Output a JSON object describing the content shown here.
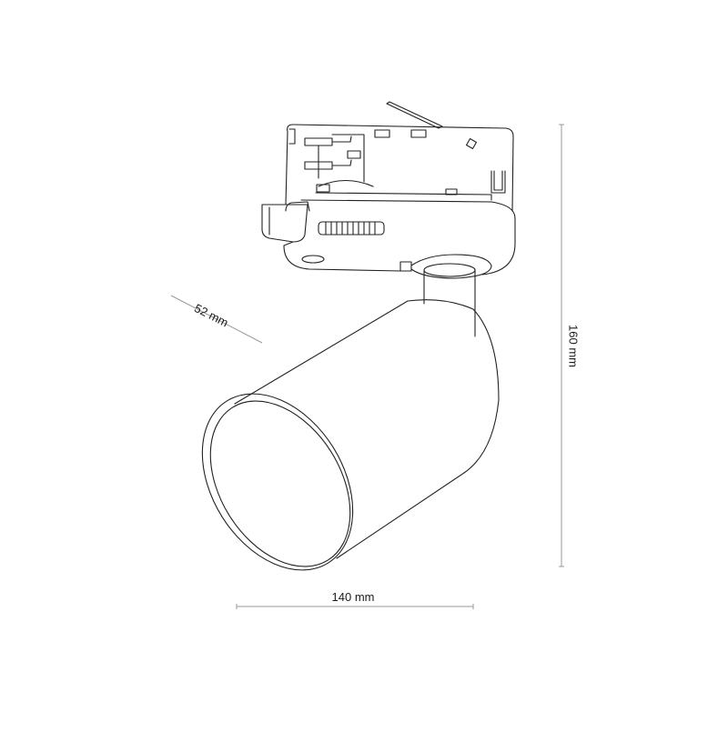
{
  "drawing": {
    "subject": "track spotlight with 3-phase adapter",
    "line_color": "#222222",
    "dimension_line_color": "#9a9a9a",
    "background": "#ffffff"
  },
  "dimensions": {
    "width": {
      "label": "140 mm",
      "value": 140,
      "unit": "mm"
    },
    "height": {
      "label": "160 mm",
      "value": 160,
      "unit": "mm"
    },
    "depth": {
      "label": "52 mm",
      "value": 52,
      "unit": "mm"
    }
  }
}
